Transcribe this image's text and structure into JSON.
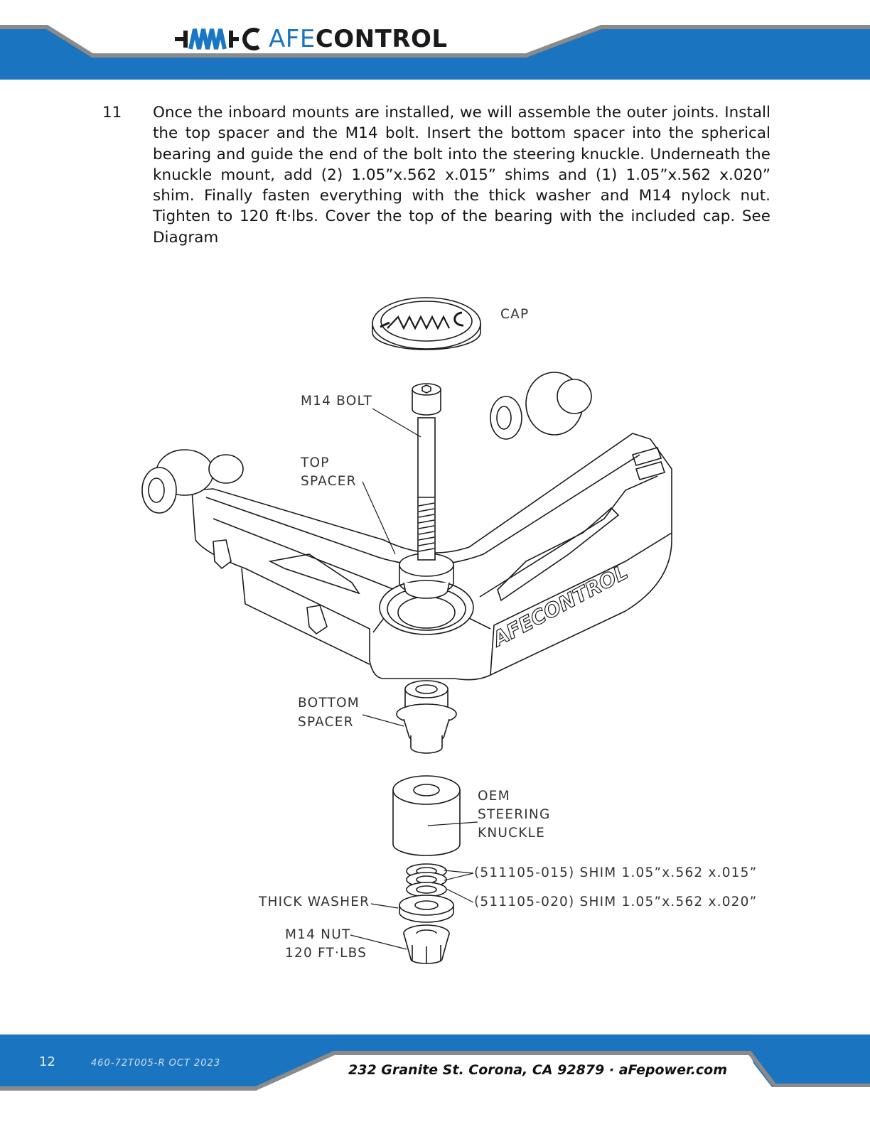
{
  "header": {
    "brand_prefix": "AFE",
    "brand_suffix": "CONTROL",
    "colors": {
      "blue": "#1a74bf",
      "gray": "#8a8a8a"
    }
  },
  "step": {
    "number": "11",
    "text": "Once the inboard mounts are installed, we will assemble the outer joints. Install the top spacer and the M14 bolt.  Insert the bottom spacer into the spherical bearing and guide the end of the bolt into the steering knuckle. Underneath the knuckle mount, add  (2) 1.05”x.562 x.015” shims and (1) 1.05”x.562 x.020” shim. Finally fasten everything with the thick washer and M14 nylock nut.  Tighten to 120 ft·lbs.  Cover the top of the bearing with the included cap.  See Diagram"
  },
  "diagram": {
    "arm_brand": "AFECONTROL",
    "labels": {
      "cap": "CAP",
      "m14_bolt": "M14 BOLT",
      "top_spacer_1": "TOP",
      "top_spacer_2": "SPACER",
      "bottom_spacer_1": "BOTTOM",
      "bottom_spacer_2": "SPACER",
      "knuckle_1": "OEM",
      "knuckle_2": "STEERING",
      "knuckle_3": "KNUCKLE",
      "shim_015": "(511105-015) SHIM 1.05”x.562 x.015”",
      "shim_020": "(511105-020) SHIM 1.05”x.562 x.020”",
      "thick_washer": "THICK WASHER",
      "m14_nut_1": "M14 NUT",
      "m14_nut_2": "120 FT·LBS"
    }
  },
  "footer": {
    "page_number": "12",
    "doc_code": "460-72T005-R  OCT 2023",
    "address": "232 Granite St. Corona, CA 92879 · aFepower.com"
  }
}
